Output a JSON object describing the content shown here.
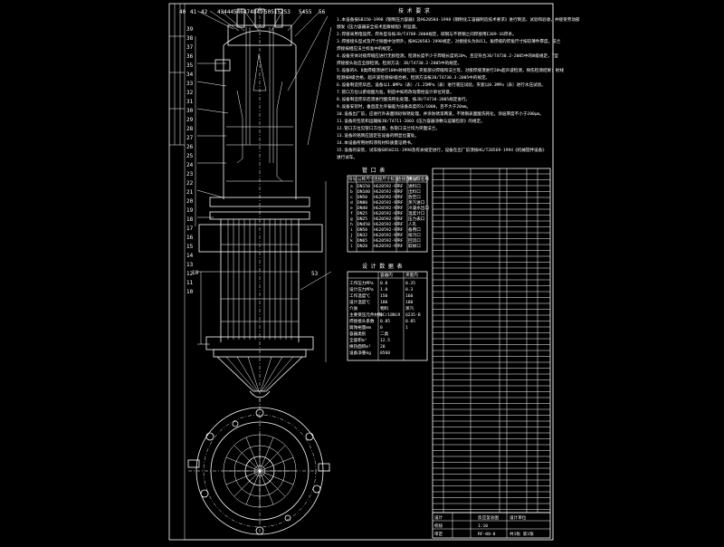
{
  "drawing": {
    "top_labels": [
      "40",
      "41",
      "42",
      "43444546474849",
      "50515253",
      "5455",
      "56"
    ],
    "left_labels": [
      "39",
      "38",
      "37",
      "36",
      "35",
      "34",
      "33",
      "32",
      "31",
      "30",
      "29",
      "28",
      "27",
      "26",
      "25",
      "24",
      "23",
      "22",
      "21",
      "20",
      "19",
      "18",
      "17",
      "16",
      "15",
      "14",
      "13",
      "12",
      "11",
      "10"
    ],
    "side_label_10": "10",
    "side_label_53": "53",
    "note_title": "技 术 要 求",
    "notes": [
      "1.本设备按GB150-1998《钢制压力容器》及HG20584-1998《钢制化工容器制造技术要求》进行制造、试验和验收，并接受劳动部",
      "颁发《压力容器安全技术监察规程》的监督。",
      "2.焊接采用电弧焊，焊条型号按JB/T4709-2000规定，碳钢与不锈钢之间焊接用E309-16焊条。",
      "3.焊接接头型式及尺寸除图中注明外，按HG20583-1998规定，对接接头为DU11，角焊缝的焊角尺寸按较薄件厚度，法兰",
      "焊接按相应法兰标准中的规定。",
      "4.设备壳体对接焊缝应进行无损检测，检测长度不少于焊缝长度的20%，且应符合JB/T4730.2-2005中的Ⅲ级规定，T型",
      "焊接接头处应全部检测。检测方法：JB/T4730.2-2005中的规定。",
      "5.设备的A、B类焊缝须进行100%射线检测，夹套部分焊缝和法兰等，对接焊缝须进行20%超声波检测，探伤检测结果：射线",
      "检测按Ⅱ级合格，超声波检测按Ⅰ级合格，检测方法按JB/T4730.3-2005中的规定。",
      "6.设备制造完毕后，设备以1.0MPa（表）/1.25MPa（表）进行液压试验，夹套以0.3MPa（表）进行水压试验。",
      "7.管口方位以俯视图为准，制造中如有改动需经设计单位同意。",
      "8.设备制造完毕后须进行酸洗钝化处理，按JB/T4710-2005规定进行。",
      "9.设备安装时，垂直度允许偏差为设备高度的1/1000，且不大于20mm。",
      "10.设备出厂前，应进行外表面喷砂除锈处理，并涂防锈漆两道，不锈钢表面酸洗钝化，涂层厚度不小于200μm。",
      "11.设备的包装和运输按JB/T4711-2003《压力容器涂敷与运输包装》的规定。",
      "12.管口方位见管口方位图，各管口法兰均为突面法兰。",
      "13.设备的铭牌应固定在设备的明显位置处。",
      "14.本设备所用材料须有材料质量证明书。",
      "15.设备的安装、试车按GB50231-1998及有关规定进行，设备在出厂前须按HG/T20569-1994《机械搅拌设备》",
      "进行试车。"
    ],
    "nozzle_table": {
      "title": "管 口 表",
      "headers": [
        "符号",
        "公称尺寸",
        "连接尺寸标准",
        "连接面形式",
        "用途或名称"
      ],
      "rows": [
        [
          "a",
          "DN150",
          "HG20592-97",
          "RF",
          "进料口"
        ],
        [
          "b",
          "DN100",
          "HG20592-97",
          "RF",
          "出料口"
        ],
        [
          "c",
          "DN50",
          "HG20592-97",
          "RF",
          "放空口"
        ],
        [
          "d",
          "DN80",
          "HG20592-97",
          "RF",
          "蒸汽进口"
        ],
        [
          "e",
          "DN40",
          "HG20592-97",
          "RF",
          "冷凝水出口"
        ],
        [
          "f",
          "DN25",
          "HG20592-97",
          "RF",
          "温度计口"
        ],
        [
          "g",
          "DN25",
          "HG20592-97",
          "RF",
          "压力表口"
        ],
        [
          "h",
          "DN450",
          "HG20592-97",
          "RF",
          "人孔"
        ],
        [
          "i",
          "DN50",
          "HG20592-97",
          "RF",
          "备用口"
        ],
        [
          "j",
          "DN32",
          "HG20592-97",
          "RF",
          "排污口"
        ],
        [
          "k",
          "DN65",
          "HG20592-97",
          "RF",
          "回流口"
        ],
        [
          "l",
          "DN20",
          "HG20592-97",
          "RF",
          "取样口"
        ]
      ]
    },
    "design_table": {
      "title": "设 计 数 据 表",
      "headers": [
        "",
        "容器内",
        "夹套内"
      ],
      "rows": [
        [
          "工作压力MPa",
          "0.8",
          "0.25"
        ],
        [
          "设计压力MPa",
          "1.0",
          "0.3"
        ],
        [
          "工作温度℃",
          "150",
          "160"
        ],
        [
          "设计温度℃",
          "180",
          "180"
        ],
        [
          "介质",
          "物料",
          "蒸汽"
        ],
        [
          "主要受压元件材料",
          "0Cr18Ni9",
          "Q235-B"
        ],
        [
          "焊接接头系数",
          "0.85",
          "0.85"
        ],
        [
          "腐蚀裕量mm",
          "0",
          "1"
        ],
        [
          "容器类别",
          "二类",
          ""
        ],
        [
          "全容积m³",
          "12.5",
          ""
        ],
        [
          "换热面积m²",
          "28",
          ""
        ],
        [
          "设备净重kg",
          "8560",
          ""
        ]
      ]
    },
    "title_block": {
      "drawing_name": "反应釜总图",
      "drawing_no": "RF-00-0",
      "scale": "1:10",
      "sheet": "共1张 第1张",
      "design_unit": "设计单位",
      "designer": "设计",
      "checker": "校核",
      "approver": "审定"
    }
  }
}
